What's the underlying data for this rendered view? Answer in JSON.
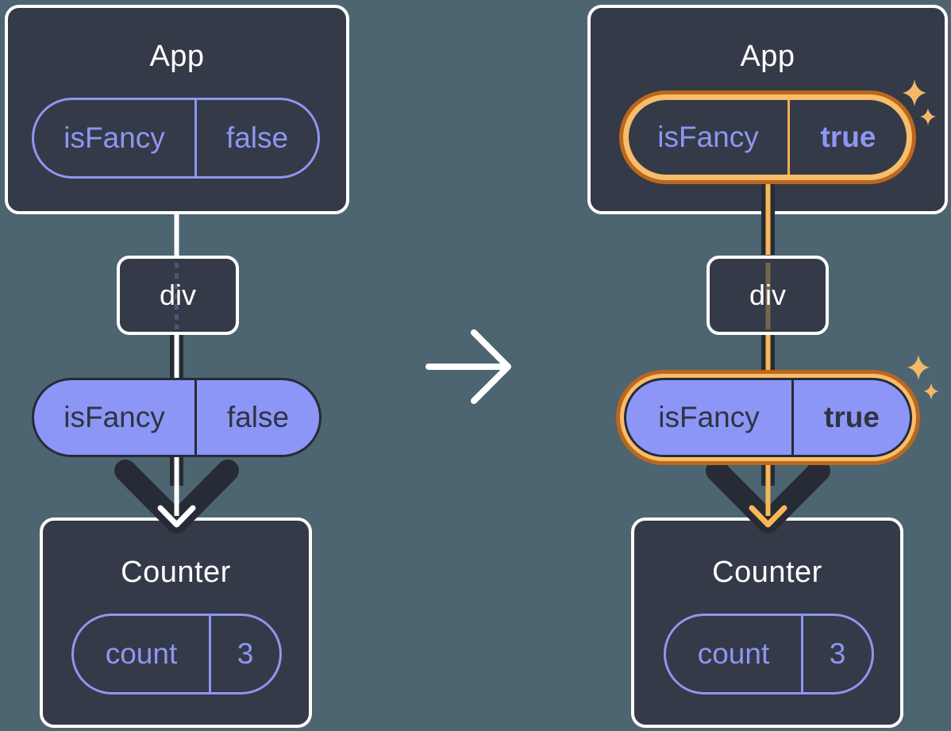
{
  "colors": {
    "background": "#4D6570",
    "box_fill": "#343A47",
    "box_border": "#FFFFFF",
    "purple": "#8E96F3",
    "purple_pill_fill": "#8C96F7",
    "dark_line": "#262B36",
    "dark_text": "#2E3440",
    "orange_ring_outer": "#BB671C",
    "orange_ring_inner": "#F8BD6B",
    "orange_line": "#F7B855",
    "sparkle": "#F4B868",
    "white_line": "#FFFFFF"
  },
  "icons": {
    "transition_arrow": "right-arrow",
    "sparkle": "four-point-star"
  },
  "left_diagram": {
    "app": {
      "title": "App",
      "prop": {
        "name": "isFancy",
        "value": "false"
      }
    },
    "div_node": {
      "label": "div"
    },
    "passed_prop": {
      "name": "isFancy",
      "value": "false"
    },
    "counter": {
      "title": "Counter",
      "state": {
        "name": "count",
        "value": "3"
      }
    }
  },
  "right_diagram": {
    "app": {
      "title": "App",
      "prop": {
        "name": "isFancy",
        "value": "true"
      }
    },
    "div_node": {
      "label": "div"
    },
    "passed_prop": {
      "name": "isFancy",
      "value": "true"
    },
    "counter": {
      "title": "Counter",
      "state": {
        "name": "count",
        "value": "3"
      }
    }
  }
}
